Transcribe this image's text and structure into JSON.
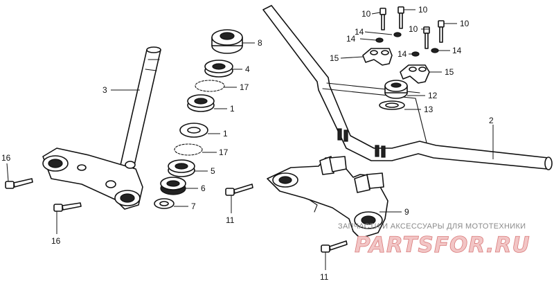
{
  "callouts": {
    "c1a": "1",
    "c1b": "1",
    "c2": "2",
    "c3": "3",
    "c4": "4",
    "c5": "5",
    "c6": "6",
    "c7": "7",
    "c8": "8",
    "c9": "9",
    "c10a": "10",
    "c10b": "10",
    "c10c": "10",
    "c10d": "10",
    "c11a": "11",
    "c11b": "11",
    "c12": "12",
    "c13": "13",
    "c14a": "14",
    "c14b": "14",
    "c14c": "14",
    "c14d": "14",
    "c15a": "15",
    "c15b": "15",
    "c16a": "16",
    "c16b": "16",
    "c17a": "17",
    "c17b": "17"
  },
  "watermark": {
    "tagline": "ЗАПЧАСТИ И АКСЕССУАРЫ ДЛЯ МОТОТЕХНИКИ",
    "logo": "PARTSFOR.RU"
  }
}
